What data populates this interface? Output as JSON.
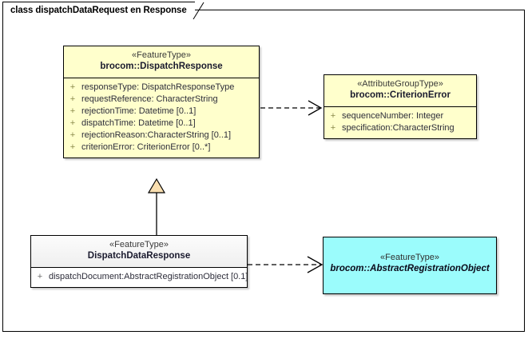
{
  "diagram": {
    "title": "class dispatchDataRequest en Response",
    "type": "uml-class-diagram",
    "background": "#ffffff",
    "frame_border": "#000000"
  },
  "colors": {
    "feature_type_fill": "#ffffcc",
    "attribute_group_fill": "#ffffcc",
    "abstract_fill": "#9bfcfc",
    "plain_class_fill": "#ffffff",
    "border": "#000000",
    "generalization_arrow_fill": "#fadfb0",
    "text": "#1a1a2e"
  },
  "classes": [
    {
      "id": "dispatch-response",
      "stereotype": "«FeatureType»",
      "name": "brocom::DispatchResponse",
      "abstract": false,
      "style": "yellow",
      "attributes": [
        {
          "visibility": "+",
          "signature": "responseType: DispatchResponseType"
        },
        {
          "visibility": "+",
          "signature": "requestReference: CharacterString"
        },
        {
          "visibility": "+",
          "signature": "rejectionTime: Datetime [0..1]"
        },
        {
          "visibility": "+",
          "signature": "dispatchTime: Datetime [0..1]"
        },
        {
          "visibility": "+",
          "signature": "rejectionReason:CharacterString [0..1]"
        },
        {
          "visibility": "+",
          "signature": "criterionError: CriterionError [0..*]"
        }
      ]
    },
    {
      "id": "criterion-error",
      "stereotype": "«AttributeGroupType»",
      "name": "brocom::CriterionError",
      "abstract": false,
      "style": "yellow",
      "attributes": [
        {
          "visibility": "+",
          "signature": "sequenceNumber: Integer"
        },
        {
          "visibility": "+",
          "signature": "specification:CharacterString"
        }
      ]
    },
    {
      "id": "dispatch-data-response",
      "stereotype": "«FeatureType»",
      "name": "DispatchDataResponse",
      "abstract": false,
      "style": "gray",
      "attributes": [
        {
          "visibility": "+",
          "signature": "dispatchDocument:AbstractRegistrationObject [0.1]"
        }
      ]
    },
    {
      "id": "abstract-registration-object",
      "stereotype": "«FeatureType»",
      "name": "brocom::AbstractRegistrationObject",
      "abstract": true,
      "style": "cyan",
      "attributes": []
    }
  ],
  "connectors": [
    {
      "id": "dep-response-to-criterion",
      "type": "dependency",
      "line": "dashed",
      "arrowhead": "open",
      "source": "dispatch-response",
      "target": "criterion-error"
    },
    {
      "id": "gen-datares-to-response",
      "type": "generalization",
      "line": "solid",
      "arrowhead": "hollow-triangle",
      "source": "dispatch-data-response",
      "target": "dispatch-response"
    },
    {
      "id": "dep-datares-to-abstract",
      "type": "dependency",
      "line": "dashed",
      "arrowhead": "open",
      "source": "dispatch-data-response",
      "target": "abstract-registration-object"
    }
  ]
}
